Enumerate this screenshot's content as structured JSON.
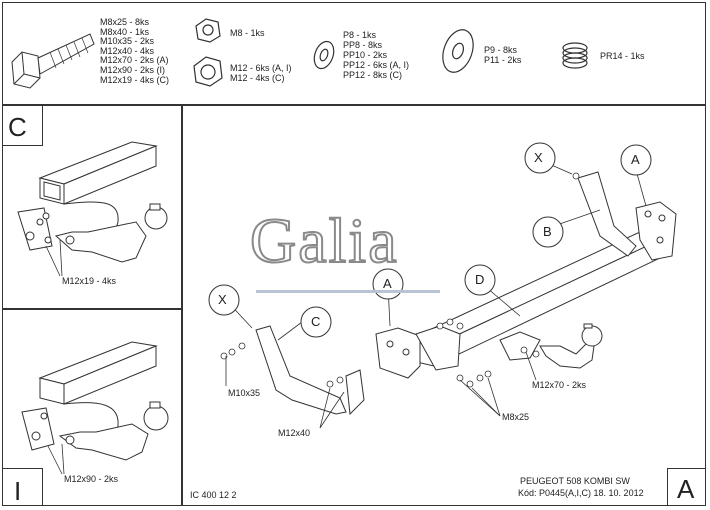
{
  "hardware": {
    "bolt_lines": [
      "M8x25 - 8ks",
      "M8x40 - 1ks",
      "M10x35 - 2ks",
      "M12x40 - 4ks",
      "M12x70 - 2ks (A)",
      "M12x90 - 2ks (I)",
      "M12x19 - 4ks (C)"
    ],
    "nut_m8": "M8 - 1ks",
    "nut_m12_lines": [
      "M12 - 6ks (A, I)",
      "M12 - 4ks (C)"
    ],
    "washer_lines": [
      "P8 - 1ks",
      "PP8 - 8ks",
      "PP10 - 2ks",
      "PP12 - 6ks (A, I)",
      "PP12 - 8ks (C)"
    ],
    "washer_large_lines": [
      "P9 - 8ks",
      "P11 - 2ks"
    ],
    "spring": "PR14 - 1ks"
  },
  "panels": {
    "c_letter": "C",
    "c_label": "M12x19 - 4ks",
    "i_letter": "I",
    "i_label": "M12x90 - 2ks",
    "a_letter": "A"
  },
  "logo": "Galia",
  "main": {
    "callouts": [
      "X",
      "A",
      "B",
      "X",
      "C",
      "A",
      "D"
    ],
    "labels": {
      "m10x35": "M10x35",
      "m12x40": "M12x40",
      "m12x70": "M12x70 - 2ks",
      "m8x25": "M8x25"
    }
  },
  "footer": {
    "code": "IC 400 12 2",
    "model": "PEUGEOT 508 KOMBI SW",
    "kod": "Kód: P0445(A,I,C)  18. 10. 2012"
  }
}
